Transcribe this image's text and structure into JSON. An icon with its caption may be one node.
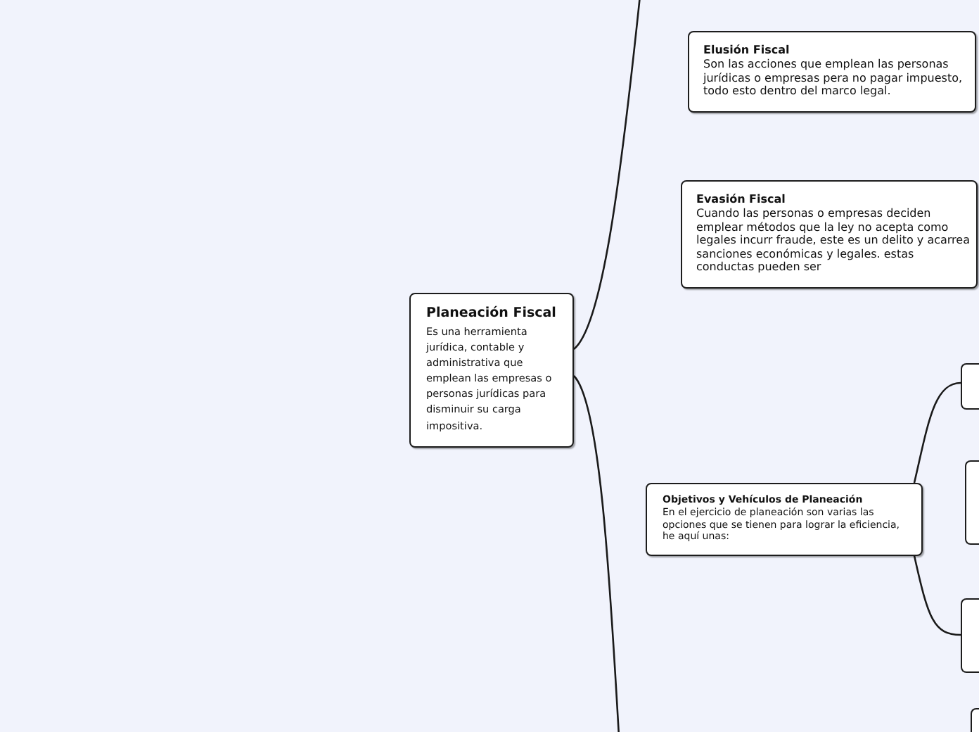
{
  "diagram": {
    "nodes": [
      {
        "text": [
          "Planeación Fiscal",
          "Es una herramienta jurídica, contable y administrativa que emplean las empresas o personas jurídicas para disminuir su carga impositiva."
        ]
      },
      {
        "text": [
          "Elusión Fiscal",
          "Son las acciones que emplean las personas jurídicas o empresas pera no pagar impuesto, todo esto dentro del marco legal."
        ]
      },
      {
        "text": [
          "Evasión Fiscal",
          "Cuando las personas o empresas deciden emplear métodos que la ley no acepta como legales incurr fraude, este es un delito y acarrea sanciones económicas y legales. estas conductas pueden ser"
        ]
      },
      {
        "text": [
          "Objetivos y Vehículos de Planeación",
          "En el ejercicio de planeación son varias las opciones que se tienen para lograr la eficiencia, he aquí unas:"
        ]
      },
      {
        "text": [],
        "shape": "box"
      },
      {
        "text": [],
        "shape": "box"
      },
      {
        "text": [],
        "shape": "box"
      },
      {
        "text": [],
        "shape": "box"
      }
    ],
    "edges": [
      {
        "from": 0,
        "to": null,
        "arrow": "none"
      },
      {
        "from": 0,
        "to": null,
        "arrow": "none"
      },
      {
        "from": 3,
        "to": 4,
        "arrow": "none"
      },
      {
        "from": 3,
        "to": 6,
        "arrow": "none"
      }
    ]
  }
}
